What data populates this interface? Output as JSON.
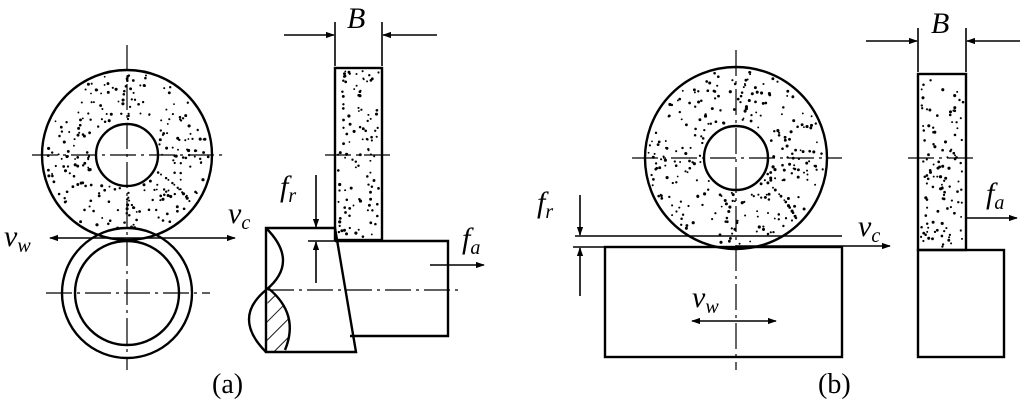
{
  "captions": {
    "a": "(a)",
    "b": "(b)"
  },
  "labels": {
    "width": "B",
    "work_speed": "v",
    "work_speed_sub": "w",
    "wheel_speed": "v",
    "wheel_speed_sub": "c",
    "radial_feed": "f",
    "radial_feed_sub": "r",
    "axial_feed": "f",
    "axial_feed_sub": "a"
  },
  "colors": {
    "ink": "#000000",
    "background": "#ffffff"
  }
}
